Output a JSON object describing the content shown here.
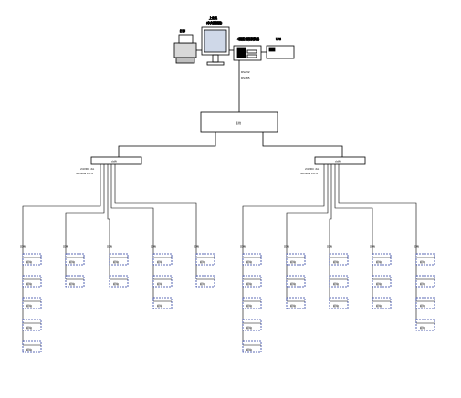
{
  "top_labels": {
    "printer": "打印",
    "pc": "上位机",
    "pc_sub": "(中央控制器)",
    "modem": "4通道/通讯转换器",
    "ups": "UPS",
    "cable1": "RS232",
    "cable2": "RS485"
  },
  "hub": {
    "label": "集线"
  },
  "left_switch": {
    "label": "交换",
    "sub": "24VDC 2A",
    "sub2": "485bus 20:4"
  },
  "right_switch": {
    "label": "交换",
    "sub": "24VDC 2A",
    "sub2": "485bus 20:4"
  },
  "branch_label": "回路",
  "device_label": "模块"
}
